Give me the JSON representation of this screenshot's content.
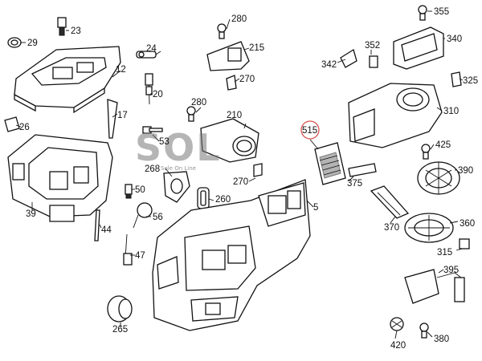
{
  "watermark": {
    "text": "SOL",
    "subtext": "Sole On Line"
  },
  "highlight_color": "#d9534f",
  "labels": {
    "p23": "23",
    "p29": "29",
    "p12": "12",
    "p24": "24",
    "p20": "20",
    "p17": "17",
    "p26": "26",
    "p53": "53",
    "p39": "39",
    "p268": "268",
    "p50": "50",
    "p56": "56",
    "p44": "44",
    "p47": "47",
    "p265": "265",
    "p280a": "280",
    "p215": "215",
    "p270a": "270",
    "p280b": "280",
    "p210": "210",
    "p270b": "270",
    "p260": "260",
    "p515": "515",
    "p5": "5",
    "p355": "355",
    "p340": "340",
    "p352": "352",
    "p342": "342",
    "p325": "325",
    "p310": "310",
    "p425": "425",
    "p390": "390",
    "p375": "375",
    "p370": "370",
    "p360": "360",
    "p315": "315",
    "p395": "395",
    "p420": "420",
    "p380": "380"
  }
}
